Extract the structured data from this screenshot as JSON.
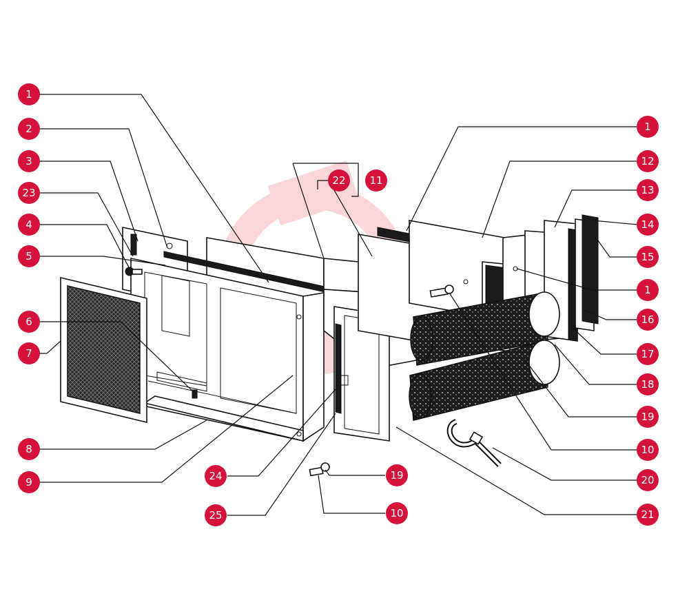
{
  "diagram": {
    "watermark_text": "",
    "colors": {
      "badge": "#d4123a",
      "line": "#111111",
      "watermark": "#f6b5b9"
    },
    "callouts": [
      {
        "id": "c-1a",
        "label": "1"
      },
      {
        "id": "c-2",
        "label": "2"
      },
      {
        "id": "c-3",
        "label": "3"
      },
      {
        "id": "c-23",
        "label": "23"
      },
      {
        "id": "c-4",
        "label": "4"
      },
      {
        "id": "c-5",
        "label": "5"
      },
      {
        "id": "c-6",
        "label": "6"
      },
      {
        "id": "c-7",
        "label": "7"
      },
      {
        "id": "c-8",
        "label": "8"
      },
      {
        "id": "c-9",
        "label": "9"
      },
      {
        "id": "c-24",
        "label": "24"
      },
      {
        "id": "c-25",
        "label": "25"
      },
      {
        "id": "c-19b",
        "label": "19"
      },
      {
        "id": "c-10b",
        "label": "10"
      },
      {
        "id": "c-22",
        "label": "22"
      },
      {
        "id": "c-11",
        "label": "11"
      },
      {
        "id": "c-1b",
        "label": "1"
      },
      {
        "id": "c-12",
        "label": "12"
      },
      {
        "id": "c-13",
        "label": "13"
      },
      {
        "id": "c-14",
        "label": "14"
      },
      {
        "id": "c-15",
        "label": "15"
      },
      {
        "id": "c-1c",
        "label": "1"
      },
      {
        "id": "c-16",
        "label": "16"
      },
      {
        "id": "c-17",
        "label": "17"
      },
      {
        "id": "c-18",
        "label": "18"
      },
      {
        "id": "c-19a",
        "label": "19"
      },
      {
        "id": "c-10a",
        "label": "10"
      },
      {
        "id": "c-20",
        "label": "20"
      },
      {
        "id": "c-21",
        "label": "21"
      }
    ]
  }
}
